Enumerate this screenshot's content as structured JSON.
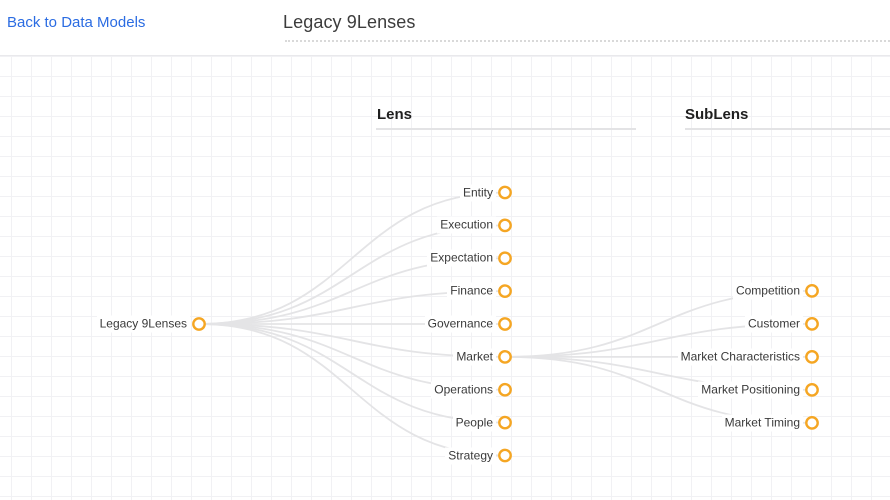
{
  "header": {
    "back_link": "Back to Data Models",
    "title": "Legacy 9Lenses"
  },
  "columns": [
    {
      "label": "Lens"
    },
    {
      "label": "SubLens"
    }
  ],
  "tree": {
    "root": "Legacy 9Lenses",
    "lenses": [
      "Entity",
      "Execution",
      "Expectation",
      "Finance",
      "Governance",
      "Market",
      "Operations",
      "People",
      "Strategy"
    ],
    "expanded_lens": "Market",
    "sublenses": [
      "Competition",
      "Customer",
      "Market Characteristics",
      "Market Positioning",
      "Market Timing"
    ]
  },
  "colors": {
    "accent_orange": "#f5a623",
    "link_blue": "#2b6ce2",
    "line_gray": "#e4e4e6"
  }
}
